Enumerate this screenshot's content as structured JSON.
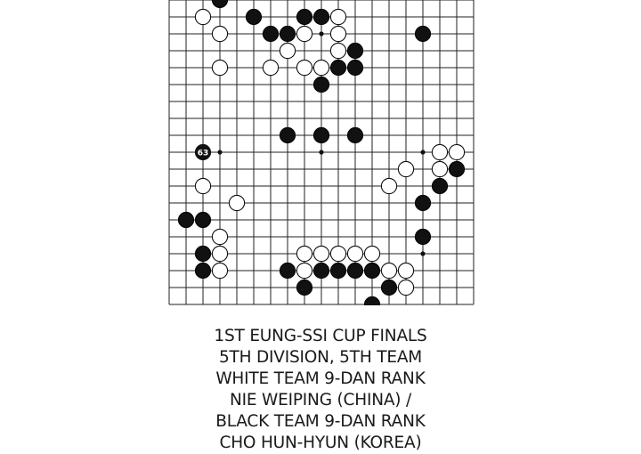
{
  "board": {
    "stones": {
      "black": [
        [
          3,
          0
        ],
        [
          5,
          1
        ],
        [
          8,
          1
        ],
        [
          9,
          1
        ],
        [
          6,
          2
        ],
        [
          7,
          2
        ],
        [
          15,
          2
        ],
        [
          11,
          3
        ],
        [
          10,
          4
        ],
        [
          11,
          4
        ],
        [
          9,
          5
        ],
        [
          7,
          8
        ],
        [
          9,
          8
        ],
        [
          11,
          8
        ],
        [
          17,
          10
        ],
        [
          16,
          11
        ],
        [
          15,
          12
        ],
        [
          1,
          13
        ],
        [
          2,
          13
        ],
        [
          15,
          14
        ],
        [
          2,
          15
        ],
        [
          2,
          16
        ],
        [
          7,
          16
        ],
        [
          9,
          16
        ],
        [
          10,
          16
        ],
        [
          11,
          16
        ],
        [
          12,
          16
        ],
        [
          8,
          17
        ],
        [
          13,
          17
        ],
        [
          12,
          18
        ]
      ],
      "white": [
        [
          2,
          1
        ],
        [
          10,
          1
        ],
        [
          3,
          2
        ],
        [
          8,
          2
        ],
        [
          10,
          2
        ],
        [
          7,
          3
        ],
        [
          10,
          3
        ],
        [
          3,
          4
        ],
        [
          6,
          4
        ],
        [
          8,
          4
        ],
        [
          9,
          4
        ],
        [
          16,
          9
        ],
        [
          17,
          9
        ],
        [
          14,
          10
        ],
        [
          16,
          10
        ],
        [
          13,
          11
        ],
        [
          2,
          11
        ],
        [
          4,
          12
        ],
        [
          3,
          14
        ],
        [
          3,
          15
        ],
        [
          8,
          15
        ],
        [
          9,
          15
        ],
        [
          10,
          15
        ],
        [
          11,
          15
        ],
        [
          12,
          15
        ],
        [
          3,
          16
        ],
        [
          8,
          16
        ],
        [
          13,
          16
        ],
        [
          14,
          16
        ],
        [
          14,
          17
        ]
      ],
      "numbered": [
        {
          "x": 2,
          "y": 9,
          "label": "63",
          "color": "black"
        }
      ]
    },
    "hoshi": [
      [
        9,
        2
      ],
      [
        3,
        9
      ],
      [
        9,
        9
      ],
      [
        15,
        9
      ],
      [
        9,
        15
      ],
      [
        15,
        15
      ]
    ]
  },
  "caption": [
    "1ST EUNG-SSI CUP FINALS",
    "5TH DIVISION, 5TH TEAM",
    "WHITE TEAM 9-DAN RANK",
    "NIE WEIPING (CHINA) /",
    "BLACK TEAM 9-DAN RANK",
    "CHO HUN-HYUN (KOREA)"
  ]
}
